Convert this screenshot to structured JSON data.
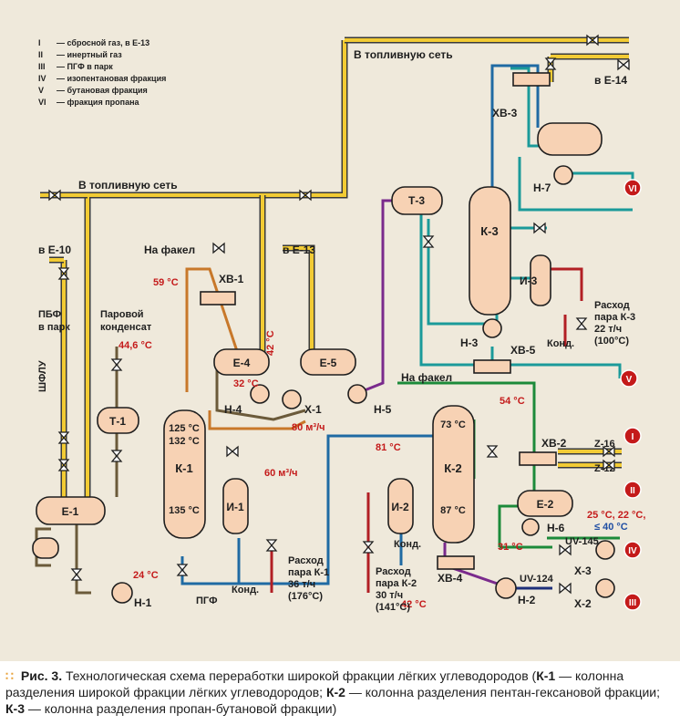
{
  "legend": [
    {
      "num": "I",
      "text": "— сбросной газ, в Е-13"
    },
    {
      "num": "II",
      "text": "— инертный газ"
    },
    {
      "num": "III",
      "text": "— ПГФ в парк"
    },
    {
      "num": "IV",
      "text": "— изопентановая фракция"
    },
    {
      "num": "V",
      "text": "— бутановая фракция"
    },
    {
      "num": "VI",
      "text": "— фракция пропана"
    }
  ],
  "labels": {
    "fuel_top": "В топливную сеть",
    "fuel_left": "В топливную сеть",
    "to_e14": "в Е-14",
    "to_e10": "в Е-10",
    "to_e13": "в Е-13",
    "flare1": "На факел",
    "flare2": "На факел",
    "pbf1": "ПБФ",
    "pbf2": "в парк",
    "shflu": "ШФЛУ",
    "steam_cond1": "Паровой",
    "steam_cond2": "конденсат",
    "pgf": "ПГФ",
    "kond1": "Конд.",
    "kond2": "Конд.",
    "kond3": "Конд."
  },
  "equipment": {
    "xv3": "ХВ-3",
    "n7": "Н-7",
    "t3": "Т-3",
    "k3": "К-3",
    "i3": "И-3",
    "n3": "Н-3",
    "xv5": "ХВ-5",
    "xv1": "ХВ-1",
    "e4": "Е-4",
    "n4": "Н-4",
    "x1": "Х-1",
    "e5": "Е-5",
    "n5": "Н-5",
    "t1": "Т-1",
    "k1": "К-1",
    "i1": "И-1",
    "e1": "Е-1",
    "n1": "Н-1",
    "k2": "К-2",
    "i2": "И-2",
    "xv2": "ХВ-2",
    "e2": "Е-2",
    "n6": "Н-6",
    "xv4": "ХВ-4",
    "n2": "Н-2",
    "x3": "Х-3",
    "x2": "Х-2",
    "uv145": "UV-145",
    "uv124": "UV-124",
    "z16": "Z-16",
    "z12": "Z-12"
  },
  "temps": {
    "t59": "59 °C",
    "t42v": "42 °C",
    "t32": "32 °C",
    "t80": "80 м³/ч",
    "t60": "60 м³/ч",
    "t446": "44,6 °C",
    "t24": "24 °C",
    "t81": "81 °C",
    "t54": "54 °C",
    "t31": "31 °C",
    "t42": "42 °C",
    "t25": "25 °C, 22 °C,",
    "t40": "≤ 40 °C",
    "k1_t1": "125 °C",
    "k1_t2": "132 °C",
    "k1_t3": "135 °C",
    "k2_t1": "73 °C",
    "k2_t2": "87 °C"
  },
  "flows": {
    "k3": [
      "Расход",
      "пара К-3",
      "22 т/ч",
      "(100°С)"
    ],
    "k1": [
      "Расход",
      "пара К-1",
      "36 т/ч",
      "(176°С)"
    ],
    "k2": [
      "Расход",
      "пара К-2",
      "30 т/ч",
      "(141°С)"
    ]
  },
  "streams": {
    "vi": "VI",
    "v": "V",
    "i": "I",
    "ii": "II",
    "iv": "IV",
    "iii": "III"
  },
  "caption": {
    "fig": "Рис. 3.",
    "title": "Технологическая схема переработки широкой фракции лёгких углеводородов (",
    "k1": "К-1",
    "k1_desc": "— колонна разделения широкой фракции лёгких углеводородов;",
    "k2": "К-2",
    "k2_desc": "— колонна разделения пентан-гексановой фракции;",
    "k3": "К-3",
    "k3_desc": "— колонна разделения пропан-бутановой фракции)"
  }
}
